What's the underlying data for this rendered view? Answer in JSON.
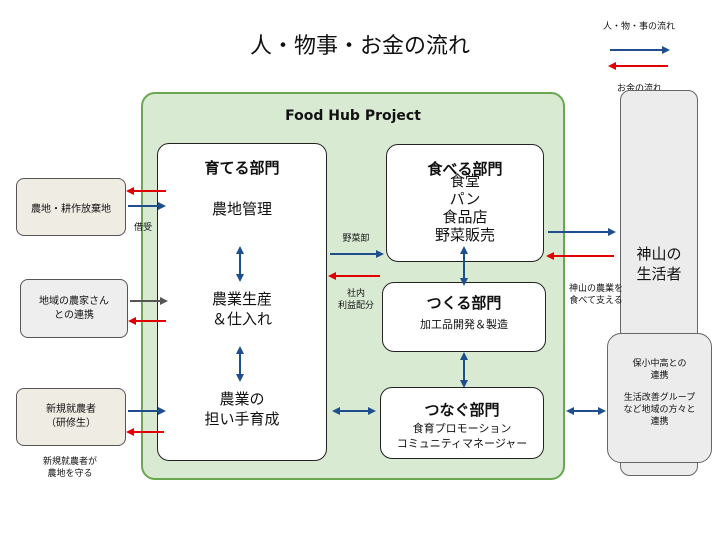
{
  "title": "人・物事・お金の流れ",
  "legend": {
    "flow_label": "人・物・事の流れ",
    "money_label": "お金の流れ",
    "flow_color": "#1f4e8c",
    "money_color": "#e00000"
  },
  "project": {
    "title": "Food Hub Project",
    "fill": "#d9ead3",
    "border": "#6aa84f"
  },
  "external": {
    "farmland": "農地・耕作放棄地",
    "local_farmers_1": "地域の農家さん",
    "local_farmers_2": "との連携",
    "new_farmer_1": "新規就農者",
    "new_farmer_2": "（研修生）"
  },
  "labels": {
    "lending": "借受",
    "new_farmer_note_1": "新規就農者が",
    "new_farmer_note_2": "農地を守る",
    "vegetable_wholesale": "野菜卸",
    "internal_1": "社内",
    "internal_2": "利益配分",
    "resident_note_1": "神山の農業を",
    "resident_note_2": "食べて支える"
  },
  "grow": {
    "title": "育てる部門",
    "item1": "農地管理",
    "item2_1": "農業生産",
    "item2_2": "＆仕入れ",
    "item3_1": "農業の",
    "item3_2": "担い手育成"
  },
  "eat": {
    "title": "食べる部門",
    "items": [
      "食堂",
      "パン",
      "食品店",
      "野菜販売"
    ]
  },
  "make": {
    "title": "つくる部門",
    "sub": "加工品開発＆製造"
  },
  "connect": {
    "title": "つなぐ部門",
    "sub1": "食育プロモーション",
    "sub2": "コミュニティマネージャー"
  },
  "residents": {
    "line1": "神山の",
    "line2": "生活者"
  },
  "school": {
    "line1": "保小中高との",
    "line2": "連携",
    "line3": "生活改善グループ",
    "line4": "など地域の方々と",
    "line5": "連携"
  }
}
